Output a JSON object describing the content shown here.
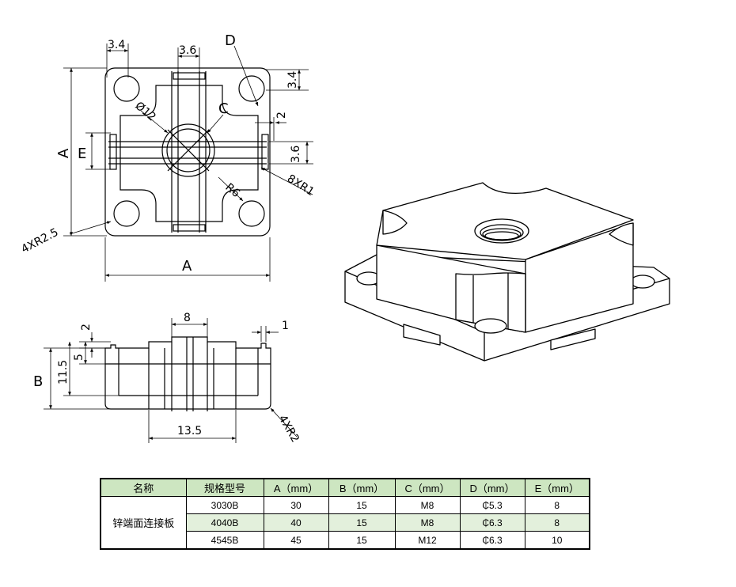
{
  "drawing": {
    "top_view": {
      "dim_34_top": "3.4",
      "dim_36_top": "3.6",
      "label_d": "D",
      "dim_34_right": "3.4",
      "label_c": "C",
      "dim_phi12": "Ø12",
      "dim_2_right": "2",
      "dim_36_right": "3.6",
      "label_a_left": "A",
      "label_e": "E",
      "dim_8xr1": "8XR1",
      "dim_r6": "R6",
      "dim_4xr25": "4XR2.5",
      "label_a_bottom": "A"
    },
    "side_view": {
      "dim_8": "8",
      "dim_2": "2",
      "dim_1": "1",
      "dim_5": "5",
      "dim_115": "11.5",
      "label_b": "B",
      "dim_135": "13.5",
      "dim_4xr2": "4XR2"
    }
  },
  "table": {
    "headers": [
      "名称",
      "规格型号",
      "A（mm）",
      "B（mm）",
      "C（mm）",
      "D（mm）",
      "E（mm）"
    ],
    "product_name": "锌端面连接板",
    "rows": [
      {
        "model": "3030B",
        "a": "30",
        "b": "15",
        "c": "M8",
        "d": "₵5.3",
        "e": "8"
      },
      {
        "model": "4040B",
        "a": "40",
        "b": "15",
        "c": "M8",
        "d": "₵6.3",
        "e": "8"
      },
      {
        "model": "4545B",
        "a": "45",
        "b": "15",
        "c": "M12",
        "d": "₵6.3",
        "e": "10"
      }
    ]
  }
}
